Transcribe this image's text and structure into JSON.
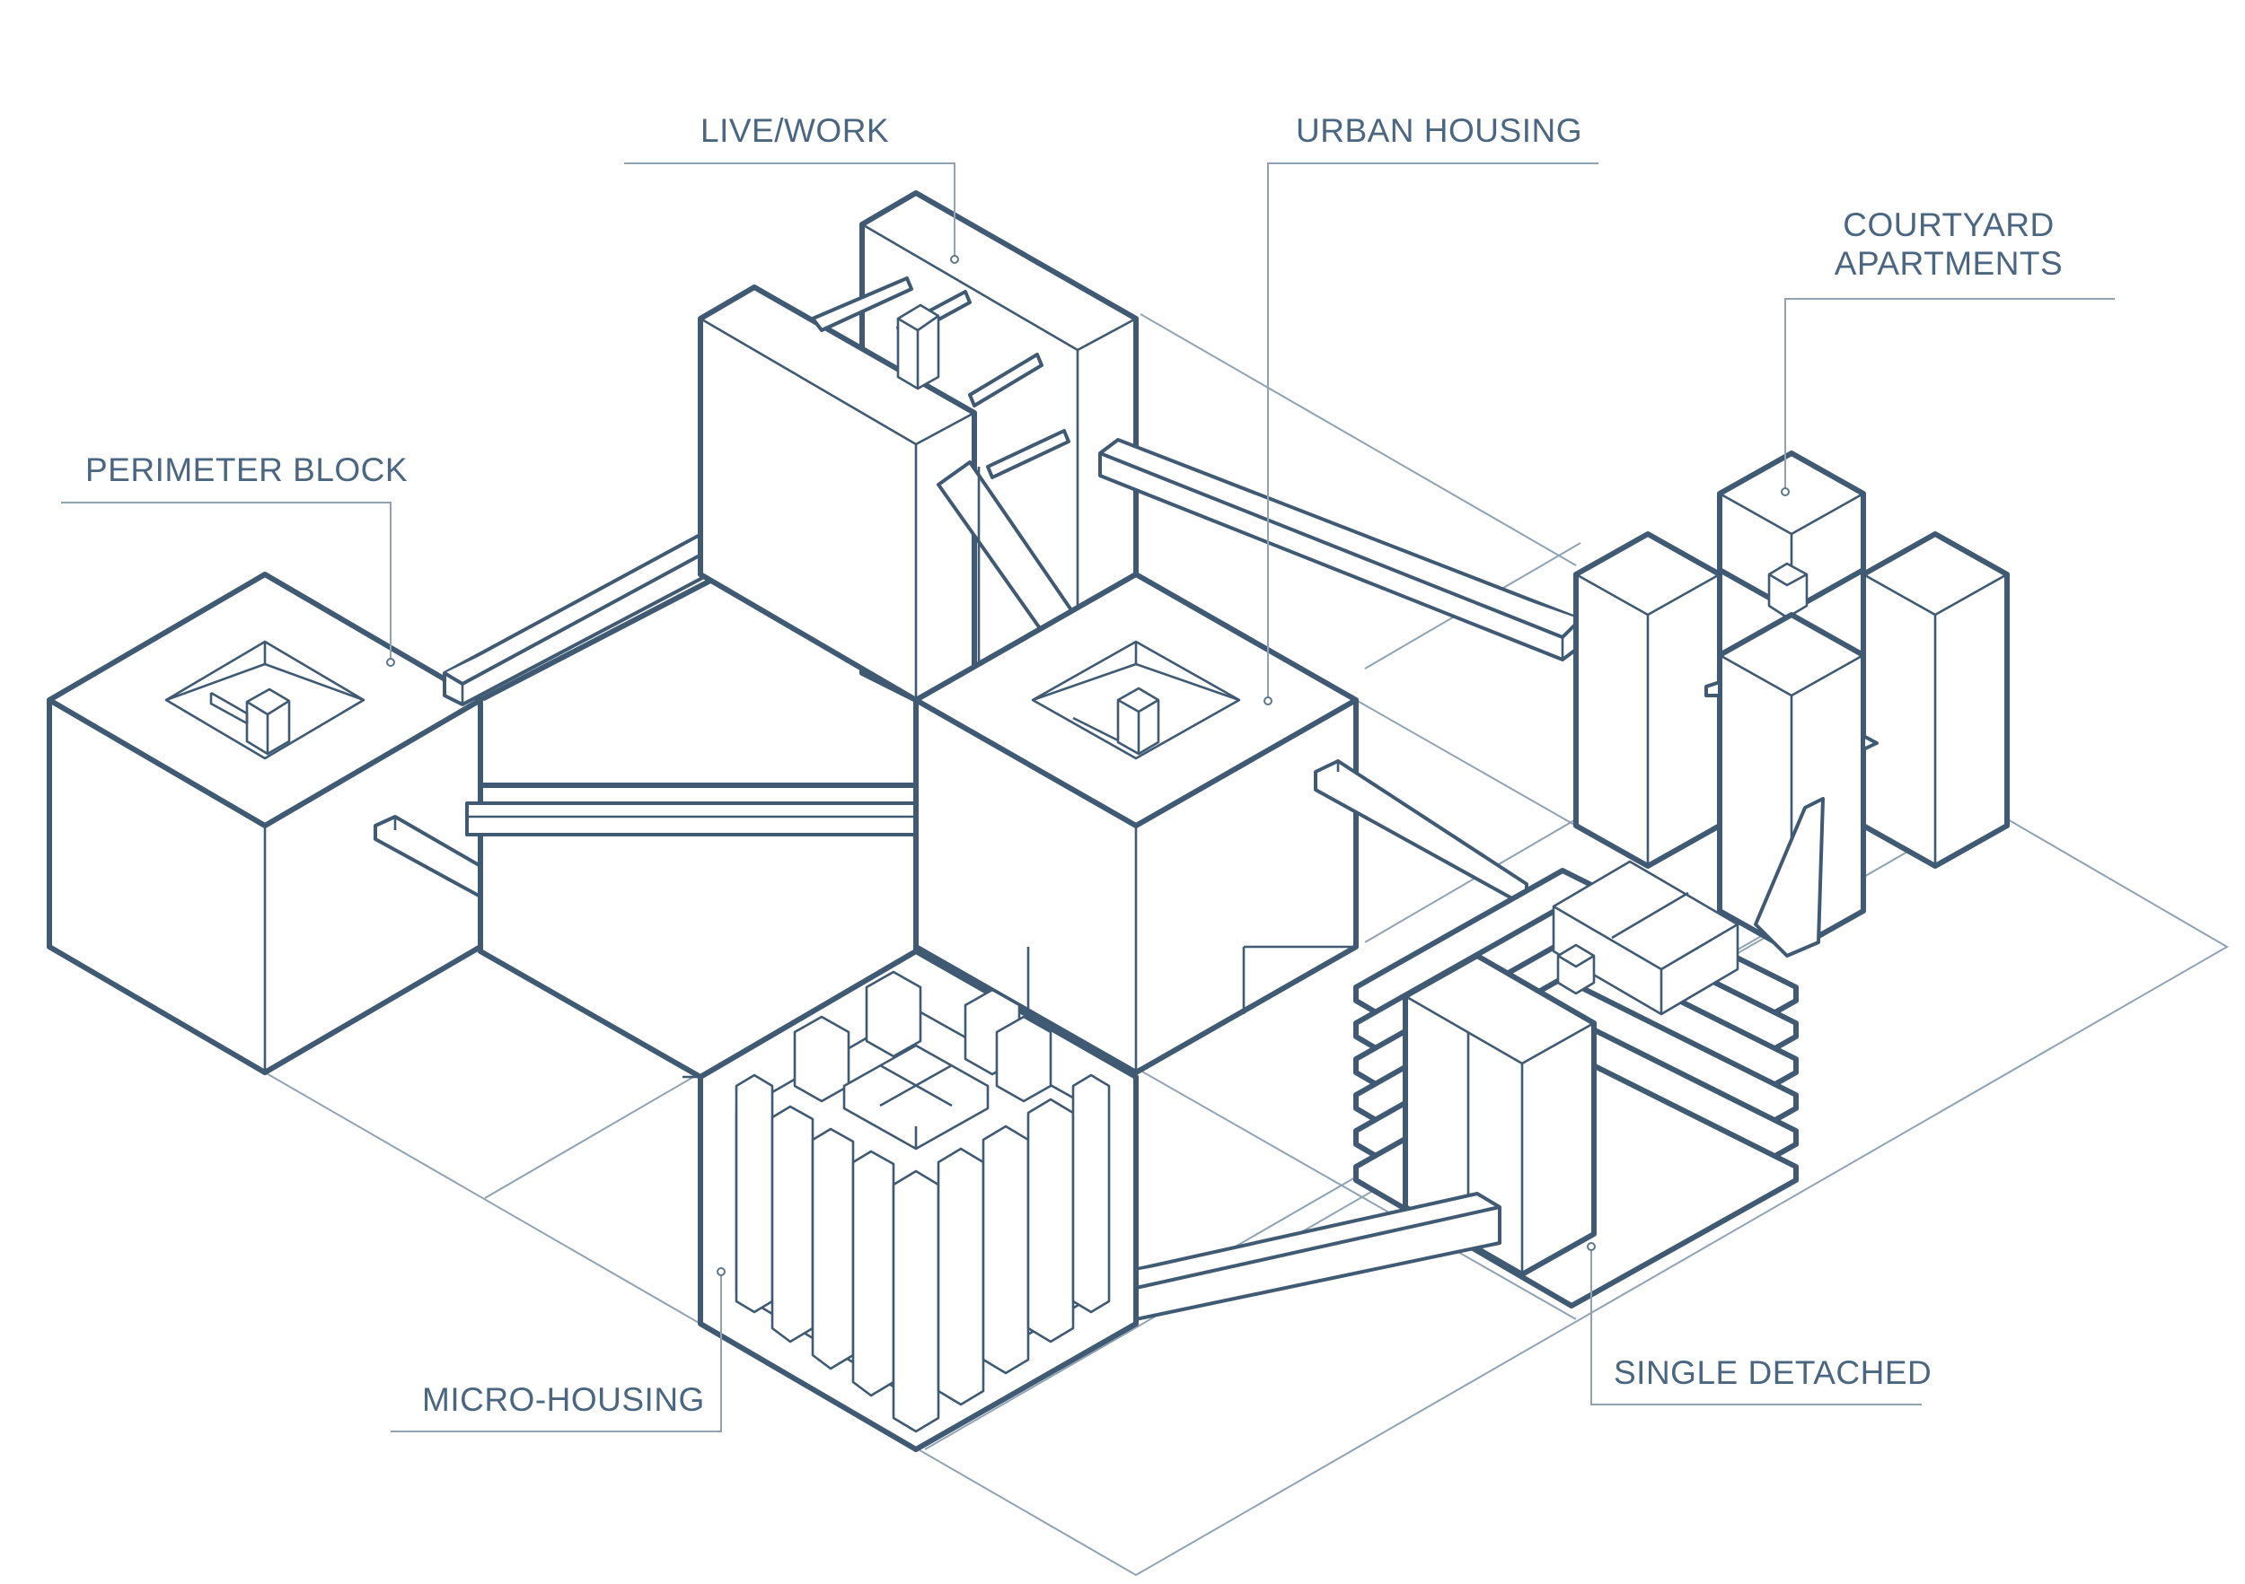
{
  "labels": {
    "live_work": "LIVE/WORK",
    "urban_housing": "URBAN HOUSING",
    "courtyard_line1": "COURTYARD",
    "courtyard_line2": "APARTMENTS",
    "perimeter_block": "PERIMETER BLOCK",
    "micro_housing": "MICRO-HOUSING",
    "single_detached": "SINGLE DETACHED"
  },
  "colors": {
    "structure_stroke": "#3f5a72",
    "grid_stroke": "#8fa3b4",
    "label_text": "#4a6680",
    "background": "#ffffff"
  }
}
